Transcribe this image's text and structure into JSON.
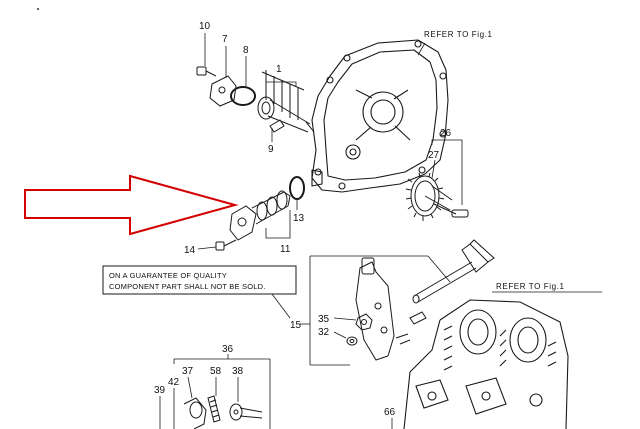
{
  "refs": {
    "ref_top": "REFER TO Fig.1",
    "ref_right": "REFER TO Fig.1"
  },
  "note": {
    "line1": "ON A GUARANTEE OF QUALITY",
    "line2": "COMPONENT PART SHALL NOT BE SOLD."
  },
  "labels": {
    "p1": "1",
    "p7": "7",
    "p8": "8",
    "p9": "9",
    "p10": "10",
    "p11": "11",
    "p13": "13",
    "p14": "14",
    "p15": "15",
    "p26": "26",
    "p27": "27",
    "p32": "32",
    "p35": "35",
    "p36": "36",
    "p37": "37",
    "p38": "38",
    "p39": "39",
    "p42": "42",
    "p58": "58",
    "p66": "66"
  },
  "colors": {
    "line": "#1a1a1a",
    "arrow": "#d40000",
    "background": "#ffffff"
  },
  "icons": {
    "pointer": "red-outline-arrow-icon"
  }
}
